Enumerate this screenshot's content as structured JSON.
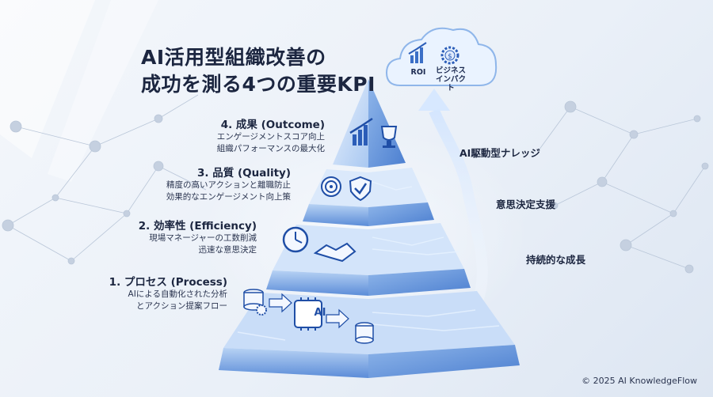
{
  "title": {
    "line1": "AI活用型組織改善の",
    "line2": "成功を測る4つの重要KPI"
  },
  "levels": [
    {
      "heading": "4. 成果 (Outcome)",
      "desc1": "エンゲージメントスコア向上",
      "desc2": "組織パフォーマンスの最大化"
    },
    {
      "heading": "3. 品質 (Quality)",
      "desc1": "精度の高いアクションと離職防止",
      "desc2": "効果的なエンゲージメント向上策"
    },
    {
      "heading": "2. 効率性 (Efficiency)",
      "desc1": "現場マネージャーの工数削減",
      "desc2": "迅速な意思決定"
    },
    {
      "heading": "1. プロセス (Process)",
      "desc1": "AIによる自動化された分析",
      "desc2": "とアクション提案フロー"
    }
  ],
  "cloud": {
    "roi": "ROI",
    "impact_line1": "ビジネス",
    "impact_line2": "インパクト"
  },
  "side_labels": [
    "AI駆動型ナレッジ",
    "意思決定支援",
    "持続的な成長"
  ],
  "ai_chip": "AI",
  "copyright": "© 2025 AI KnowledgeFlow",
  "colors": {
    "accent": "#3b7be0",
    "pyramid_light": "#cfe2fa",
    "pyramid_dark": "#4f86d6",
    "text": "#1c2640"
  }
}
